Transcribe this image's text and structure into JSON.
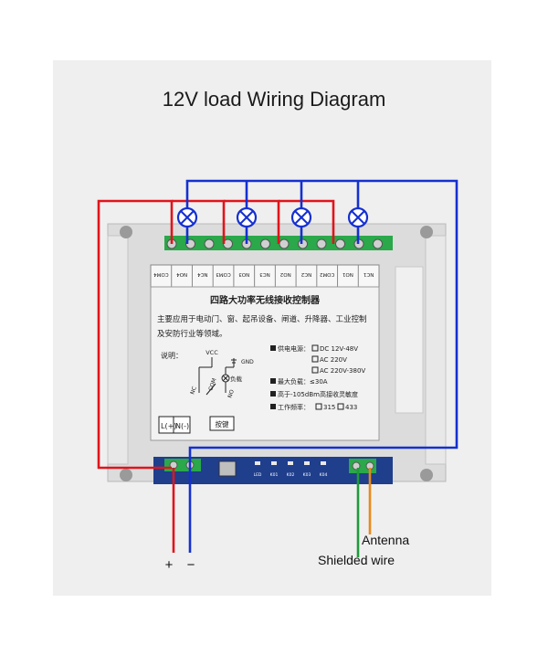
{
  "title": "12V load Wiring Diagram",
  "terminals": [
    "COM4",
    "NO4",
    "NC4",
    "COM3",
    "NO3",
    "NC3",
    "NO2",
    "NC2",
    "COM2",
    "NO1",
    "NC1"
  ],
  "label_panel": {
    "heading": "四路大功率无线接收控制器",
    "desc_line1": "主要应用于电动门、窗、起吊设备、闸道、升降器、工业控制",
    "desc_line2": "及安防行业等领域。",
    "legend_title": "说明：",
    "vcc": "VCC",
    "gnd": "GND",
    "load": "负载",
    "nc": "NC",
    "com": "COM",
    "no": "NO",
    "l_plus": "L(+)",
    "n_minus": "N(-)",
    "button": "按键",
    "power_label": "供电电源：",
    "power_dc": "DC 12V-48V",
    "power_ac220": "AC 220V",
    "power_ac380": "AC 220V-380V",
    "max_load": "最大负载：≤30A",
    "sensitivity": "高于-105dBm高接收灵敏度",
    "freq_label": "工作频率：",
    "freq_315": "315",
    "freq_433": "433"
  },
  "leds": [
    "LED",
    "K01",
    "K02",
    "K03",
    "K04"
  ],
  "labels": {
    "plus": "+",
    "minus": "−",
    "antenna": "Antenna",
    "shielded": "Shielded wire"
  },
  "colors": {
    "red_wire": "#e0141b",
    "blue_wire": "#1530d0",
    "green_wire": "#1f9a3a",
    "orange_wire": "#e8891c",
    "terminal_green": "#2aa84a"
  }
}
